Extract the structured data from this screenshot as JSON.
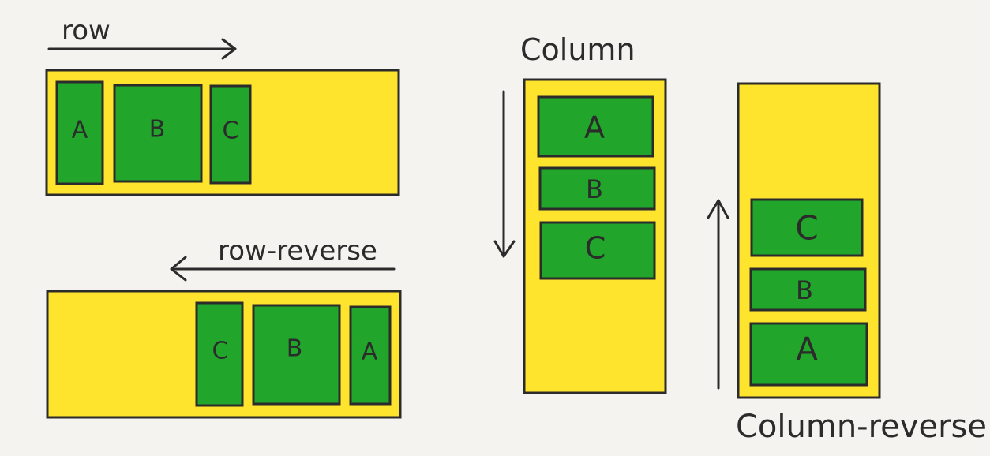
{
  "colors": {
    "background": "#f5f3ef",
    "container": "#ffe42e",
    "item": "#22a52b",
    "ink": "#2b2b2b"
  },
  "diagrams": {
    "row": {
      "label": "row",
      "items": [
        "A",
        "B",
        "C"
      ]
    },
    "row_reverse": {
      "label": "row-reverse",
      "items": [
        "C",
        "B",
        "A"
      ]
    },
    "column": {
      "label": "Column",
      "items": [
        "A",
        "B",
        "C"
      ]
    },
    "column_reverse": {
      "label": "Column-reverse",
      "items": [
        "C",
        "B",
        "A"
      ]
    }
  }
}
